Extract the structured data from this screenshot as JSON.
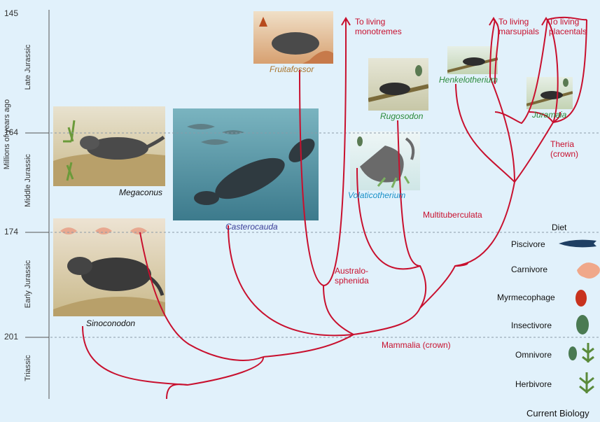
{
  "axis": {
    "label": "Millions of years ago",
    "ticks": [
      "145",
      "164",
      "174",
      "201"
    ],
    "periods": [
      "Late Jurassic",
      "Middle Jurassic",
      "Early Jurassic",
      "Triassic"
    ]
  },
  "taxa": {
    "fruitafossor": "Fruitafossor",
    "megaconus": "Megaconus",
    "casterocauda": "Casterocauda",
    "sinoconodon": "Sinoconodon",
    "rugosodon": "Rugosodon",
    "henkelotherium": "Henkelotherium",
    "juramaia": "Juramaia",
    "volaticotherium": "Volaticotherium"
  },
  "clades": {
    "monotremes": "To living\nmonotremes",
    "marsupials": "To living\nmarsupials",
    "placentals": "To living\nplacentals",
    "theria": "Theria\n(crown)",
    "multituberculata": "Multituberculata",
    "australosphenida": "Australo-\nsphenida",
    "mammalia": "Mammalia (crown)"
  },
  "legend": {
    "title": "Diet",
    "items": [
      "Piscivore",
      "Carnivore",
      "Myrmecophage",
      "Insectivore",
      "Omnivore",
      "Herbivore"
    ]
  },
  "footer": "Current Biology",
  "colors": {
    "tree": "#c8102e",
    "background": "#e1f1fb",
    "taxon_brown": "#a9742c",
    "taxon_green": "#2a8a3a",
    "taxon_blue": "#1a90c8",
    "taxon_purple": "#3b3f99"
  }
}
